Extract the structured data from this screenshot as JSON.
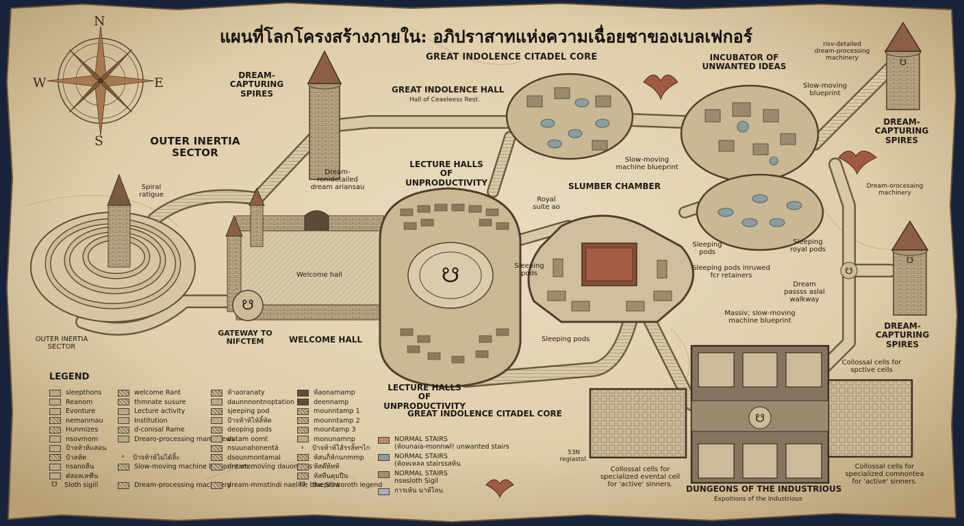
{
  "map": {
    "title": "แผนที่โลกโครงสร้างภายใน: อภิปราสาทแห่งความเฉื่อยชาของเบลเฟกอร์",
    "compass": {
      "north": "N",
      "south": "S",
      "west": "W",
      "east": "E"
    },
    "labels": {
      "citadel_core_top": "GREAT INDOLENCE CITADEL CORE",
      "citadel_core_bottom": "GREAT INDOLENCE CITADEL CORE",
      "incubator": "INCUBATOR OF UNWANTED IDEAS",
      "spires_left": "DREAM-CAPTURING SPIRES",
      "spires_right_top": "DREAM-CAPTURING SPIRES",
      "spires_right_bottom": "DREAM-CAPTURING SPIRES",
      "outer_sector_main": "OUTER INERTIA SECTOR",
      "outer_sector_small": "OUTER INERTIA SECTOR",
      "spiral": "Spiral ratigue",
      "great_hall": "GREAT INDOLENCE HALL",
      "great_hall_sub": "Hall of Ceaeleess Rest.",
      "lecture_top": "LECTURE HALLS OF UNPRODUCTIVITY",
      "lecture_bottom": "LECTURE HALLS OF UNPRODUCTIVITY",
      "slumber": "SLUMBER CHAMBER",
      "royal_suite": "Royal suite ao",
      "welcome_hall_inner": "Welcome hall",
      "welcome_hall": "WELCOME HALL",
      "gateway": "GATEWAY TO NIFCTEM",
      "dream_detailed_left": "Dream-ronidetailed dream ariansau",
      "dream_detailed_right": "risv-detailed dream-processing machinery",
      "slow_blueprint_top": "Slow-moving blueprint",
      "slow_blueprint_mid": "Slow-moving machine blueprint",
      "dream_processing": "Dream-orocesaing machinery",
      "sleeping_pods_a": "Sleeping pods",
      "sleeping_royal": "Sleeping royal pods",
      "sleeping_retainers": "Sleeping pods inruwed fcr retainers",
      "sleeping_pods_left": "Sleeping pods",
      "sleeping_pods_bottom": "Sleeping pods",
      "dream_walkway": "Dream passss aslal walkway",
      "massive_blueprint": "Massiv; slow-moving machine blueprint",
      "colossal_top": "Collossal cells for spctive cells",
      "colossal_left": "Collossal cells for specialized evental cell for 'active' sinners.",
      "colossal_right": "Collossal cells for specialized comnontea for 'active' sinners.",
      "dungeons": "DUNGEONS OF THE INDUSTRIOUS",
      "dungeons_sub": "Expoitions of the Industrious",
      "regiastsl": "53N regiastsl."
    },
    "legend": {
      "title": "LEGEND",
      "columns": [
        [
          {
            "label": "sleepthons",
            "icon": "box"
          },
          {
            "label": "Reanom",
            "icon": "box"
          },
          {
            "label": "Evonture",
            "icon": "box"
          },
          {
            "label": "nemanmau",
            "icon": "hatch"
          },
          {
            "label": "Hunmizes",
            "icon": "hatch"
          },
          {
            "label": "nsovmom",
            "icon": "box"
          },
          {
            "label": "ป้าจห้าห้แสอน",
            "icon": "box"
          },
          {
            "label": "ป้าลห้ท",
            "icon": "hatch"
          },
          {
            "label": "nsanoลีน",
            "icon": "box"
          },
          {
            "label": "ต๋สอลเลฑีน",
            "icon": "box"
          },
          {
            "label": "Sloth sigill",
            "icon": "sigil"
          }
        ],
        [
          {
            "label": "welcome Rant",
            "icon": "hatch"
          },
          {
            "label": "thmnate susure",
            "icon": "hatch"
          },
          {
            "label": "Lecture activity",
            "icon": "box"
          },
          {
            "label": "Institution",
            "icon": "box"
          },
          {
            "label": "d-conisal Rame",
            "icon": "hatch"
          },
          {
            "label": "Drearo-processing mamhirews",
            "icon": "box"
          },
          {
            "label": "",
            "icon": "none"
          },
          {
            "label": "ป้าจห้าห้ไม่ได้ลิ้ะ",
            "icon": "glyph"
          },
          {
            "label": "Slow-moving machine blueprint etc.:",
            "icon": "hatch"
          },
          {
            "label": "",
            "icon": "none"
          },
          {
            "label": "Dream-processing machinery",
            "icon": "hatch"
          }
        ],
        [
          {
            "label": "ห้าอoranaty",
            "icon": "hatch"
          },
          {
            "label": "daunnnontnoptation",
            "icon": "box"
          },
          {
            "label": "sjeeping pod",
            "icon": "hatch"
          },
          {
            "label": "ป้าจห้าห้ไห้ลิ้ห้ด",
            "icon": "box"
          },
          {
            "label": "deoping pods",
            "icon": "hatch"
          },
          {
            "label": "dutam oomt",
            "icon": "box"
          },
          {
            "label": "nsuunahonentä",
            "icon": "hatch"
          },
          {
            "label": "dsounmontamal",
            "icon": "hatch"
          },
          {
            "label": "dream-moving dauonents",
            "icon": "hatch"
          },
          {
            "label": "",
            "icon": "none"
          },
          {
            "label": "dream-mmstindi naeline blueprint",
            "icon": "hatch"
          }
        ],
        [
          {
            "label": "ห้aonamamp",
            "icon": "dark"
          },
          {
            "label": "deennamp",
            "icon": "dark"
          },
          {
            "label": "mounntamp 1",
            "icon": "hatch"
          },
          {
            "label": "mounntamp 2",
            "icon": "hatch"
          },
          {
            "label": "mountamp 3",
            "icon": "hatch"
          },
          {
            "label": "monunamnp",
            "icon": "box"
          },
          {
            "label": "ป้าจห้าห้ไส้รรลิ้ทฯไก",
            "icon": "glyph"
          },
          {
            "label": "ห้สนก็ห้กนกmmp",
            "icon": "hatch"
          },
          {
            "label": "ห้สค๊ห้ทห้",
            "icon": "hatch"
          },
          {
            "label": "ห้สทืนคุมปีน",
            "icon": "hatch"
          },
          {
            "label": "the Slöworoth legend",
            "icon": "sigil"
          }
        ]
      ],
      "stairs": [
        {
          "title": "NORMAL STAIRS",
          "sub": "(ห้ounaia-monnwl! unwanted stairs",
          "color": "#b98b78"
        },
        {
          "title": "NORMAL STAIRS",
          "sub": "(ห้oหเหลล stairssสห้น",
          "color": "#8a99a8"
        },
        {
          "title": "NORMAL STAIRS",
          "sub": "nsหsloth Sigil",
          "color": "#9e8d73"
        },
        {
          "title": "",
          "sub": "การเห้น นาห้ไลน",
          "color": "#9fb0bf"
        }
      ]
    }
  }
}
